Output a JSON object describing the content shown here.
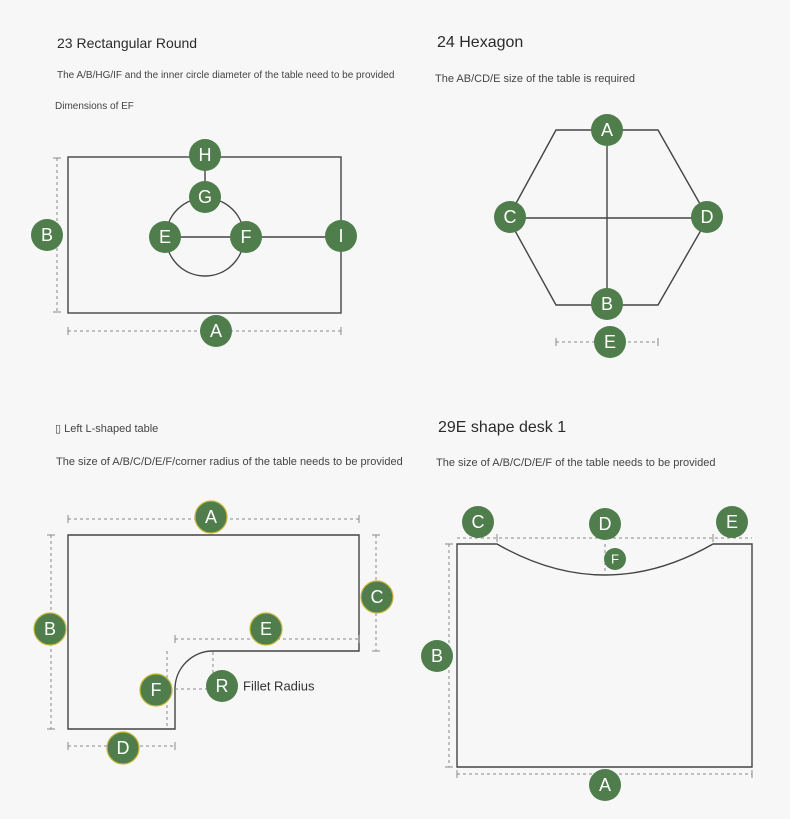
{
  "panels": {
    "rect_round": {
      "title": "23 Rectangular Round",
      "note1": "The A/B/HG/IF and the inner circle diameter of the table need to be provided",
      "note2": "Dimensions of EF",
      "labels": {
        "A": "A",
        "B": "B",
        "E": "E",
        "F": "F",
        "G": "G",
        "H": "H",
        "I": "I"
      }
    },
    "hexagon": {
      "title": "24 Hexagon",
      "note": "The AB/CD/E size of the table is required",
      "labels": {
        "A": "A",
        "B": "B",
        "C": "C",
        "D": "D",
        "E": "E"
      }
    },
    "l_shape": {
      "title": "▯ Left L-shaped table",
      "note": "The size of A/B/C/D/E/F/corner radius of the table needs to be provided",
      "labels": {
        "A": "A",
        "B": "B",
        "C": "C",
        "D": "D",
        "E": "E",
        "F": "F",
        "R": "R"
      },
      "fillet_label": "Fillet Radius"
    },
    "e_shape": {
      "title": "29E shape desk 1",
      "note": "The size of A/B/C/D/E/F of the table needs to be provided",
      "labels": {
        "A": "A",
        "B": "B",
        "C": "C",
        "D": "D",
        "E": "E",
        "F": "F"
      }
    }
  },
  "colors": {
    "badge": "#4f7e4c",
    "badge_ring": "#c8b53a",
    "line": "#444444",
    "dim_line": "#888888",
    "background": "#f7f7f7"
  }
}
